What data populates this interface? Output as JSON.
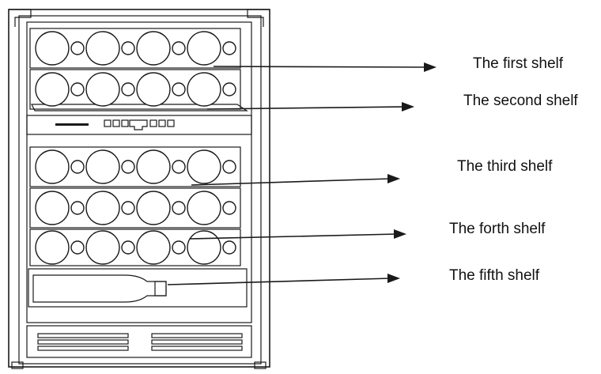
{
  "labels": {
    "first": "The first shelf",
    "second": "The second shelf",
    "third": "The third shelf",
    "forth": "The forth shelf",
    "fifth": "The fifth shelf"
  },
  "cabinet": {
    "brand_text": "",
    "colors": {
      "line": "#1a1a1a",
      "background": "#ffffff"
    }
  }
}
